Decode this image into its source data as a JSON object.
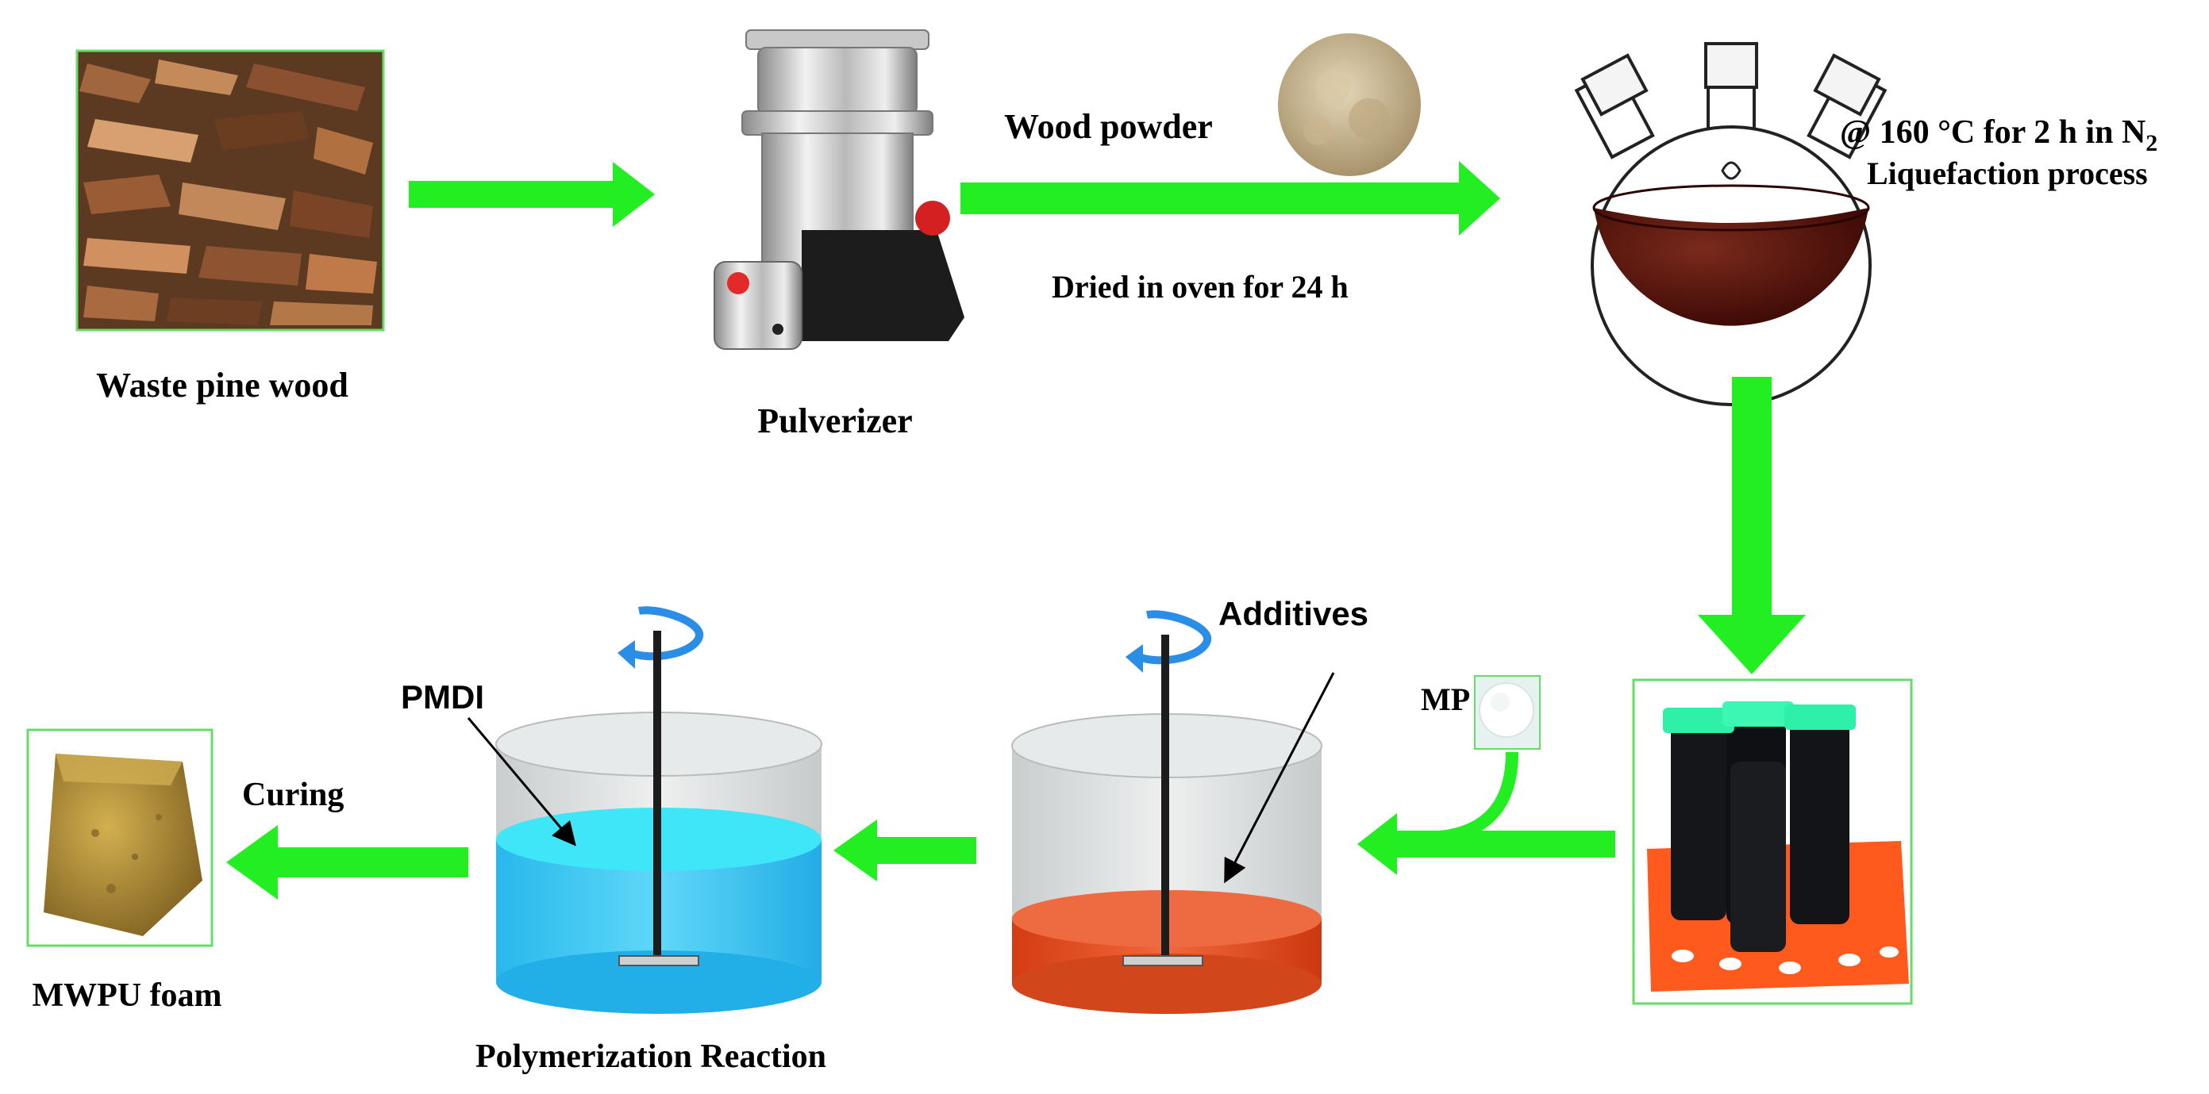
{
  "labels": {
    "waste_pine_wood": "Waste pine wood",
    "pulverizer": "Pulverizer",
    "wood_powder": "Wood powder",
    "dried_in_oven": "Dried in oven for 24 h",
    "condition_prefix": "@ 160 °C for 2 h in N",
    "condition_subscript": "2",
    "liquefaction": "Liquefaction process",
    "additives": "Additives",
    "mp": "MP",
    "pmdi": "PMDI",
    "curing": "Curing",
    "mwpu_foam": "MWPU foam",
    "polymerization": "Polymerization Reaction"
  },
  "colors": {
    "arrow": "#22ee22",
    "frame": "#66dd66",
    "stirrer_rotation": "#2a8ee6",
    "liquefied_wood": "#5a120c",
    "pmdi_liquid": "#2cc6f0",
    "additive_liquid": "#e2481e",
    "tube_rack": "#ff5a1e",
    "tube_cap": "#2ef0a8",
    "foam": "#b48c3c"
  },
  "icons": {
    "pine_wood_photo": "wood-chips-image",
    "pulverizer": "grinder-machine-icon",
    "wood_powder": "powder-pile-icon",
    "flask": "three-neck-flask-icon",
    "tubes": "test-tube-rack-image",
    "mp_powder": "white-powder-icon",
    "stirrer": "overhead-stirrer-icon",
    "foam": "foam-block-image"
  }
}
